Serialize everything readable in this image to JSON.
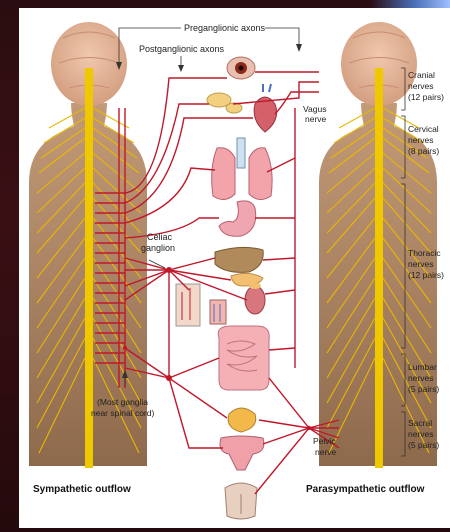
{
  "labels": {
    "preganglionic": "Preganglionic axons",
    "postganglionic": "Postganglionic axons",
    "vagus": [
      "Vagus",
      "nerve"
    ],
    "celiac": [
      "Celiac",
      "ganglion"
    ],
    "most_ganglia": [
      "(Most ganglia",
      "near spinal cord)"
    ],
    "pelvic": [
      "Pelvic",
      "nerve"
    ],
    "sympathetic_outflow": "Sympathetic outflow",
    "parasympathetic_outflow": "Parasympathetic outflow"
  },
  "nerve_groups": [
    {
      "name": "Cranial",
      "detail": [
        "nerves",
        "(12 pairs)"
      ]
    },
    {
      "name": "Cervical",
      "detail": [
        "nerves",
        "(8 pairs)"
      ]
    },
    {
      "name": "Thoracic",
      "detail": [
        "nerves",
        "(12 pairs)"
      ]
    },
    {
      "name": "Lumbar",
      "detail": [
        "nerves",
        "(5 pairs)"
      ]
    },
    {
      "name": "Sacral",
      "detail": [
        "nerves",
        "(5 pairs)"
      ]
    }
  ],
  "colors": {
    "body": "#b08a6a",
    "head": "#e2b59a",
    "spine": "#f0c800",
    "nerve": "#c0182a",
    "organ": "#f0a0a8"
  }
}
